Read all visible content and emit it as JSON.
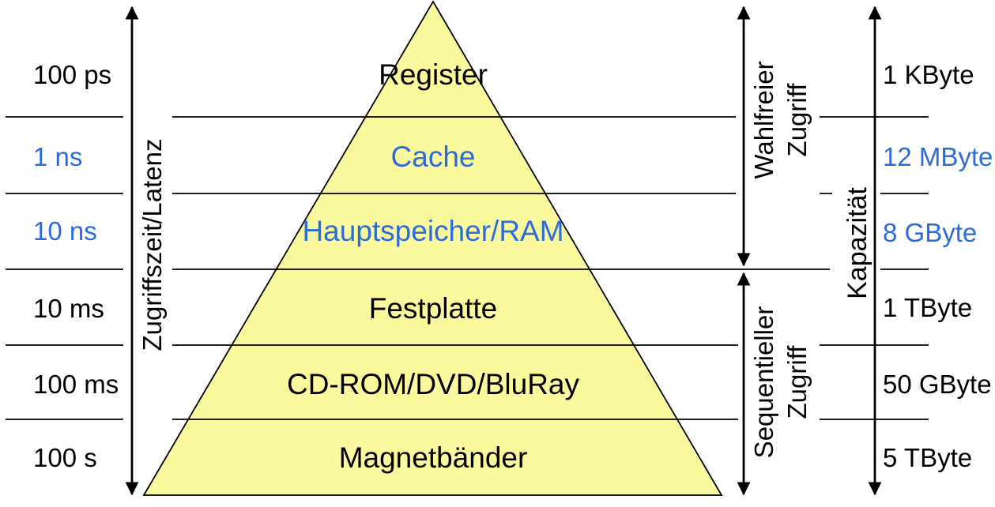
{
  "colors": {
    "highlight": "#2C6BDB",
    "text": "#000000",
    "pyramid_fill": "#FBF99E",
    "stroke": "#000000"
  },
  "pyramid_levels": [
    {
      "name": "Register",
      "latency": "100 ps",
      "capacity": "1 KByte",
      "highlight": false
    },
    {
      "name": "Cache",
      "latency": "1 ns",
      "capacity": "12 MByte",
      "highlight": true
    },
    {
      "name": "Hauptspeicher/RAM",
      "latency": "10 ns",
      "capacity": "8 GByte",
      "highlight": true
    },
    {
      "name": "Festplatte",
      "latency": "10 ms",
      "capacity": "1 TByte",
      "highlight": false
    },
    {
      "name": "CD-ROM/DVD/BluRay",
      "latency": "100 ms",
      "capacity": "50 GByte",
      "highlight": false
    },
    {
      "name": "Magnetbänder",
      "latency": "100 s",
      "capacity": "5 TByte",
      "highlight": false
    }
  ],
  "axis_labels": {
    "latency": "Zugriffszeit/Latenz",
    "random_access": {
      "line1": "Wahlfreier",
      "line2": "Zugriff"
    },
    "sequential_access": {
      "line1": "Sequentieller",
      "line2": "Zugriff"
    },
    "capacity": "Kapazität"
  }
}
